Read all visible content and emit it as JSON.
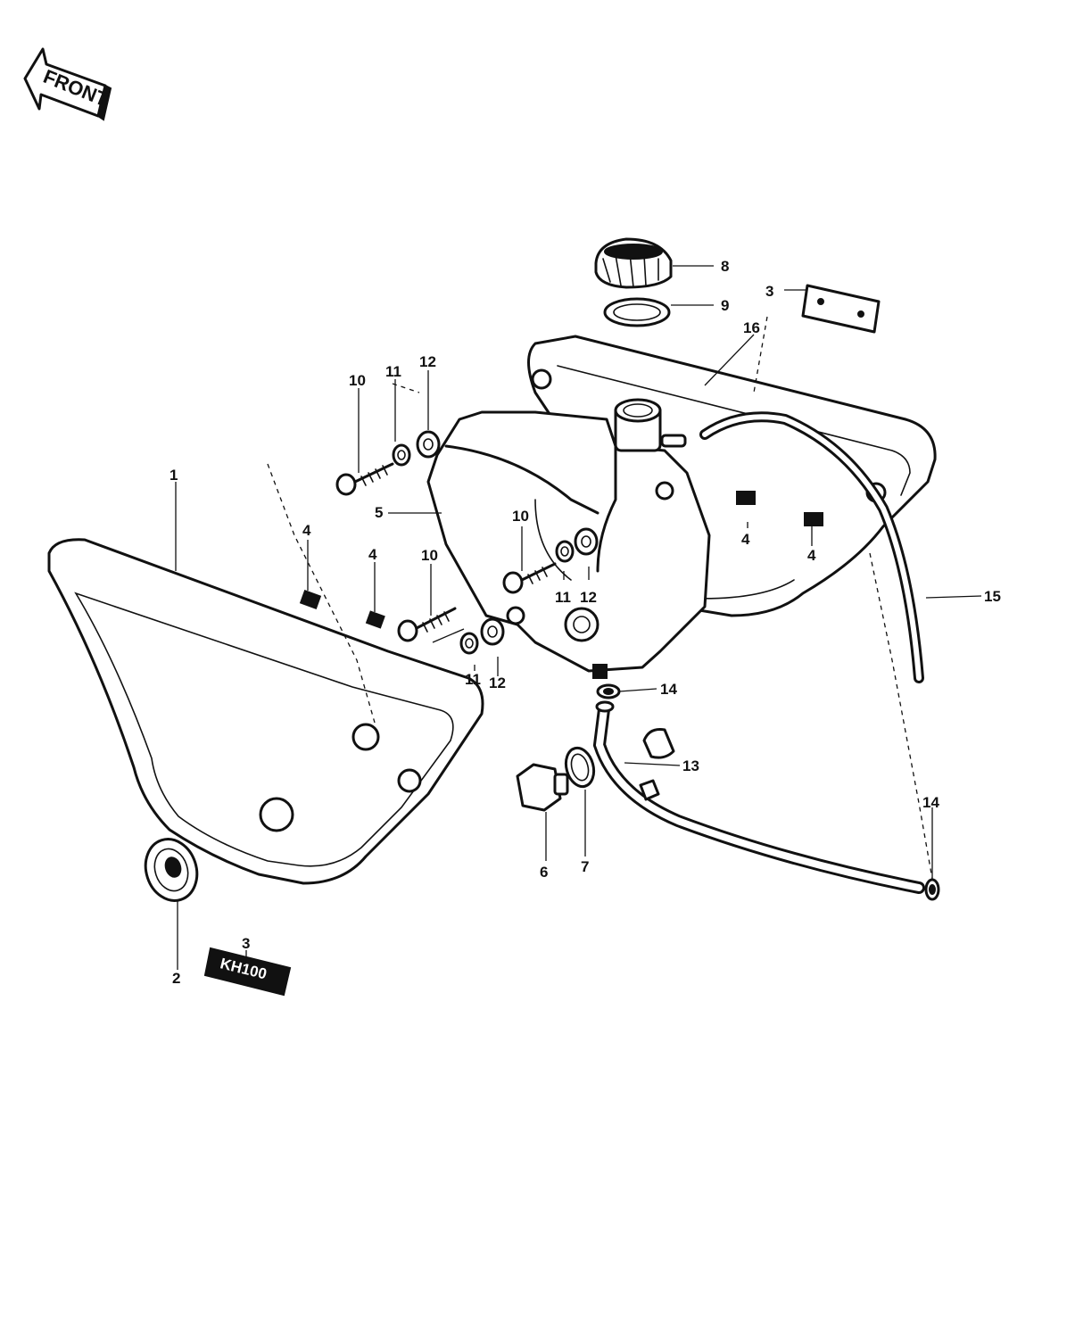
{
  "front_arrow": {
    "label": "FRONT"
  },
  "emblem": {
    "text": "KH100"
  },
  "callouts": {
    "c1": "1",
    "c2": "2",
    "c3a": "3",
    "c3b": "3",
    "c4a": "4",
    "c4b": "4",
    "c4c": "4",
    "c4d": "4",
    "c5": "5",
    "c6": "6",
    "c7": "7",
    "c8": "8",
    "c9": "9",
    "c10a": "10",
    "c10b": "10",
    "c10c": "10",
    "c11a": "11",
    "c11b": "11",
    "c11c": "11",
    "c12a": "12",
    "c12b": "12",
    "c12c": "12",
    "c13": "13",
    "c14a": "14",
    "c14b": "14",
    "c15": "15",
    "c16": "16"
  }
}
